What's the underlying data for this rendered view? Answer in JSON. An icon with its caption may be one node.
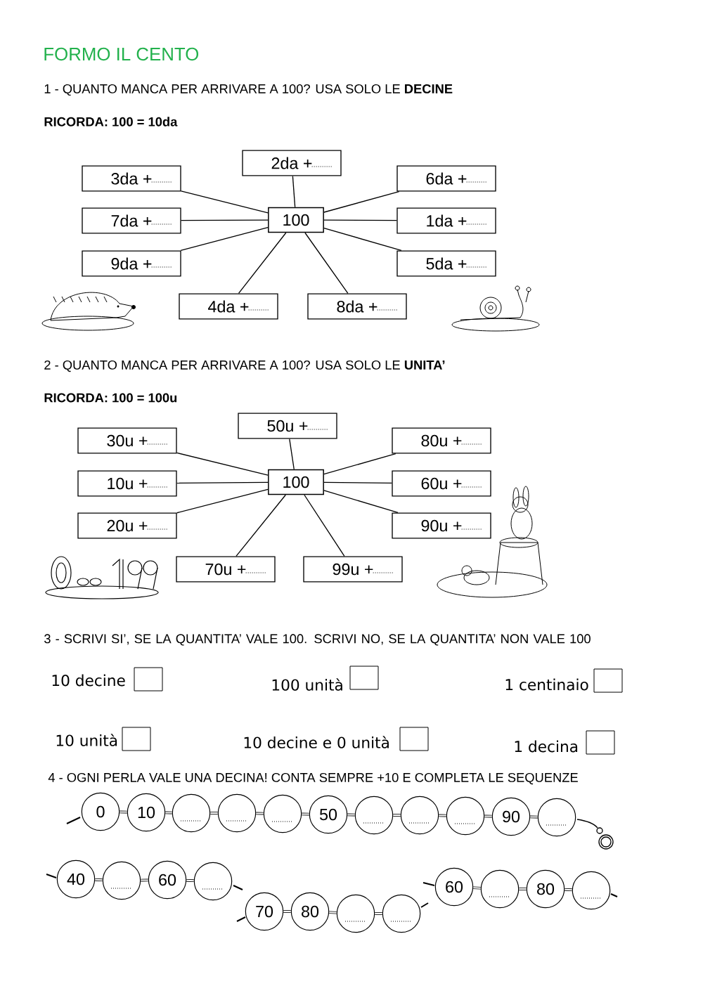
{
  "diagram": {
    "title": "FORMO IL CENTO",
    "nodes": [
      {
        "text": [
          "100"
        ]
      },
      {
        "text": [
          "2da +"
        ]
      },
      {
        "text": [
          "3da +"
        ]
      },
      {
        "text": [
          "6da +"
        ]
      },
      {
        "text": [
          "7da +"
        ]
      },
      {
        "text": [
          "1da +"
        ]
      },
      {
        "text": [
          "9da +"
        ]
      },
      {
        "text": [
          "5da +"
        ]
      },
      {
        "text": [
          "4da +"
        ]
      },
      {
        "text": [
          "8da +"
        ]
      },
      {
        "text": [
          "100"
        ]
      },
      {
        "text": [
          "50u +"
        ]
      },
      {
        "text": [
          "30u +"
        ]
      },
      {
        "text": [
          "80u +"
        ]
      },
      {
        "text": [
          "10u +"
        ]
      },
      {
        "text": [
          "60u +"
        ]
      },
      {
        "text": [
          "20u +"
        ]
      },
      {
        "text": [
          "90u +"
        ]
      },
      {
        "text": [
          "70u +"
        ]
      },
      {
        "text": [
          "99u +"
        ]
      },
      {
        "text": [
          "0"
        ]
      },
      {
        "text": [
          "10"
        ]
      },
      {
        "text": [],
        "shape": "circle"
      },
      {
        "text": [],
        "shape": "circle"
      },
      {
        "text": [],
        "shape": "circle"
      },
      {
        "text": [
          "50"
        ]
      },
      {
        "text": [],
        "shape": "circle"
      },
      {
        "text": [],
        "shape": "circle"
      },
      {
        "text": [],
        "shape": "circle"
      },
      {
        "text": [
          "90"
        ]
      },
      {
        "text": [],
        "shape": "circle"
      },
      {
        "text": [
          "40"
        ]
      },
      {
        "text": [],
        "shape": "circle"
      },
      {
        "text": [
          "60"
        ]
      },
      {
        "text": [],
        "shape": "circle"
      },
      {
        "text": [
          "70"
        ]
      },
      {
        "text": [
          "80"
        ]
      },
      {
        "text": [],
        "shape": "circle"
      },
      {
        "text": [],
        "shape": "circle"
      },
      {
        "text": [
          "60"
        ]
      },
      {
        "text": [],
        "shape": "circle"
      },
      {
        "text": [
          "80"
        ]
      },
      {
        "text": [],
        "shape": "circle"
      }
    ],
    "edges": [
      {
        "from": 0,
        "to": 1,
        "arrow": "none"
      },
      {
        "from": 0,
        "to": 2,
        "arrow": "none"
      },
      {
        "from": 0,
        "to": 3,
        "arrow": "none"
      },
      {
        "from": 0,
        "to": 4,
        "arrow": "none"
      },
      {
        "from": 0,
        "to": 5,
        "arrow": "none"
      },
      {
        "from": 0,
        "to": 6,
        "arrow": "none"
      },
      {
        "from": 0,
        "to": 7,
        "arrow": "none"
      },
      {
        "from": 0,
        "to": 8,
        "arrow": "none"
      },
      {
        "from": 0,
        "to": 9,
        "arrow": "none"
      },
      {
        "from": 10,
        "to": 11,
        "arrow": "none"
      },
      {
        "from": 10,
        "to": 12,
        "arrow": "none"
      },
      {
        "from": 10,
        "to": 13,
        "arrow": "none"
      },
      {
        "from": 10,
        "to": 14,
        "arrow": "none"
      },
      {
        "from": 10,
        "to": 15,
        "arrow": "none"
      },
      {
        "from": 10,
        "to": 16,
        "arrow": "none"
      },
      {
        "from": 10,
        "to": 17,
        "arrow": "none"
      },
      {
        "from": 10,
        "to": 18,
        "arrow": "none"
      },
      {
        "from": 10,
        "to": 19,
        "arrow": "none"
      },
      {
        "from": 20,
        "to": 21,
        "arrow": "none"
      },
      {
        "from": 21,
        "to": 22,
        "arrow": "none"
      },
      {
        "from": 22,
        "to": 23,
        "arrow": "none"
      },
      {
        "from": 23,
        "to": 24,
        "arrow": "none"
      },
      {
        "from": 24,
        "to": 25,
        "arrow": "none"
      },
      {
        "from": 25,
        "to": 26,
        "arrow": "none"
      },
      {
        "from": 26,
        "to": 27,
        "arrow": "none"
      },
      {
        "from": 27,
        "to": 28,
        "arrow": "none"
      },
      {
        "from": 28,
        "to": 29,
        "arrow": "none"
      },
      {
        "from": 29,
        "to": 30,
        "arrow": "none"
      },
      {
        "from": 31,
        "to": 32,
        "arrow": "none"
      },
      {
        "from": 32,
        "to": 33,
        "arrow": "none"
      },
      {
        "from": 33,
        "to": 34,
        "arrow": "none"
      },
      {
        "from": 35,
        "to": 36,
        "arrow": "none"
      },
      {
        "from": 36,
        "to": 37,
        "arrow": "none"
      },
      {
        "from": 37,
        "to": 38,
        "arrow": "none"
      },
      {
        "from": 39,
        "to": 40,
        "arrow": "none"
      },
      {
        "from": 40,
        "to": 41,
        "arrow": "none"
      },
      {
        "from": 41,
        "to": 42,
        "arrow": "none"
      }
    ],
    "labels": [
      "1 - QUANTO MANCA PER ARRIVARE A 100? USA SOLO LE **DECINE**",
      "RICORDA: 100 = 10da",
      "2 - QUANTO MANCA PER ARRIVARE A 100? USA SOLO LE **UNITA’**",
      "RICORDA: 100 = 100u",
      "3 - SCRIVI SI’, SE LA QUANTITA’ VALE 100. SCRIVI NO, SE LA QUANTITA’ NON VALE 100",
      "10 decine",
      "100 unità",
      "1 centinaio",
      "10 unità",
      "10 decine e 0 unità",
      "1 decina",
      "4 - OGNI PERLA VALE UNA DECINA! CONTA SEMPRE +10 E COMPLETA LE SEQUENZE"
    ]
  }
}
